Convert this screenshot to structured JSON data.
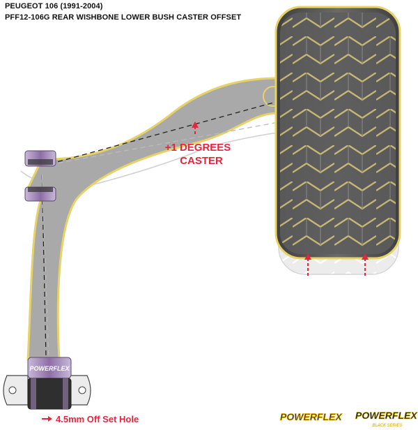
{
  "header": {
    "title": "PEUGEOT 106 (1991-2004)",
    "part_line": "PFF12-106G  REAR WISHBONE LOWER BUSH CASTER OFFSET"
  },
  "annotations": {
    "caster_line1": "+1 DEGREES",
    "caster_line2": "CASTER",
    "offset_hole": "4.5mm Off Set Hole"
  },
  "bush_brand": "POWERFLEX",
  "logos": {
    "primary": "POWERFLEX",
    "secondary": "POWERFLEX",
    "secondary_sub": "BLACK SERIES"
  },
  "colors": {
    "annotation_red": "#e8243c",
    "arm_gray": "#a7a7a7",
    "arm_outline": "#e8d36a",
    "tyre_gray": "#5c5c5c",
    "bush_purple": "#9c84b0"
  },
  "icons": {
    "arrow_up": "red-dashed-arrow-up-icon",
    "arrow_right": "red-arrow-right-icon"
  }
}
